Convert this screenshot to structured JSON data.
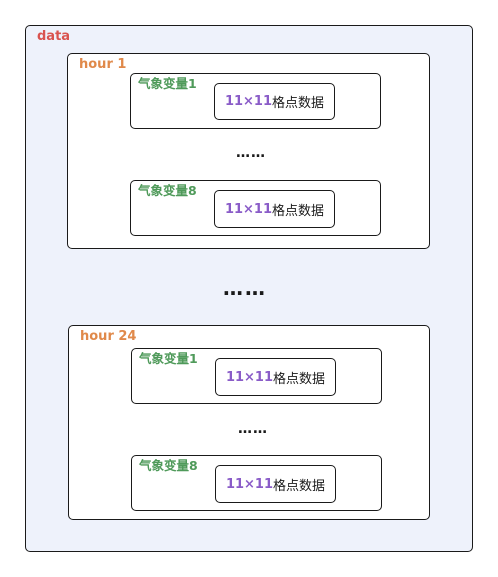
{
  "data_label": "data",
  "hours": [
    {
      "label": "hour 1",
      "vars": [
        {
          "label": "气象变量1",
          "grid_num": "11×11",
          "grid_text": "格点数据"
        },
        {
          "label": "气象变量8",
          "grid_num": "11×11",
          "grid_text": "格点数据"
        }
      ],
      "ellipsis": "……"
    },
    {
      "label": "hour 24",
      "vars": [
        {
          "label": "气象变量1",
          "grid_num": "11×11",
          "grid_text": "格点数据"
        },
        {
          "label": "气象变量8",
          "grid_num": "11×11",
          "grid_text": "格点数据"
        }
      ],
      "ellipsis": "……"
    }
  ],
  "between_hours_ellipsis": "……",
  "colors": {
    "data_label": "#d9534f",
    "hour_label": "#e0894a",
    "var_label": "#4f9a5a",
    "grid_num": "#8a5cc8",
    "outer_bg": "#eef2fb"
  }
}
